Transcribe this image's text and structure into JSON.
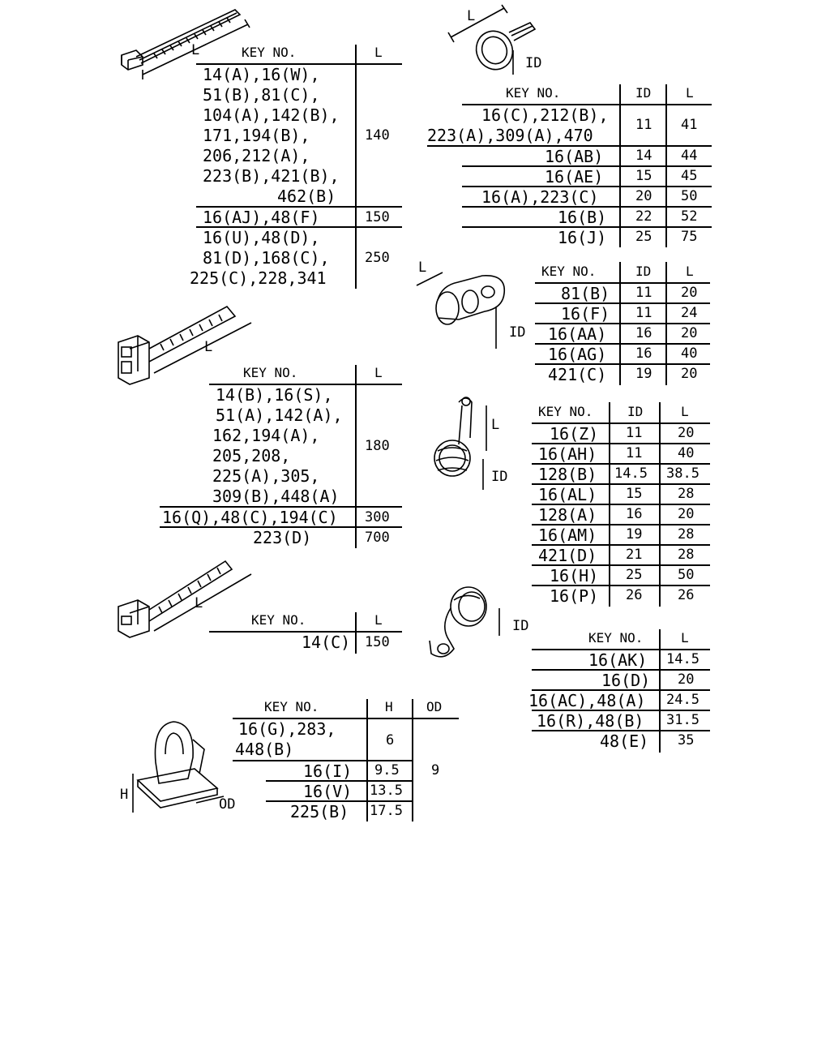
{
  "dimension_labels": {
    "L": "L",
    "ID": "ID",
    "H": "H",
    "OD": "OD"
  },
  "table_1": {
    "headers": [
      "KEY NO.",
      "L"
    ],
    "rows": [
      {
        "key_lines": [
          "14(A),16(W),",
          "51(B),81(C),",
          "104(A),142(B),",
          "171,194(B),",
          "206,212(A),",
          "223(B),421(B),",
          "462(B)"
        ],
        "L": "140"
      },
      {
        "key_lines": [
          "16(AJ),48(F)"
        ],
        "L": "150"
      },
      {
        "key_lines": [
          "16(U),48(D),",
          "81(D),168(C),",
          "225(C),228,341"
        ],
        "L": "250"
      }
    ]
  },
  "table_2": {
    "headers": [
      "KEY NO.",
      "ID",
      "L"
    ],
    "rows": [
      {
        "key_lines": [
          "16(C),212(B),",
          "223(A),309(A),470"
        ],
        "ID": "11",
        "L": "41"
      },
      {
        "key_lines": [
          "16(AB)"
        ],
        "ID": "14",
        "L": "44"
      },
      {
        "key_lines": [
          "16(AE)"
        ],
        "ID": "15",
        "L": "45"
      },
      {
        "key_lines": [
          "16(A),223(C)"
        ],
        "ID": "20",
        "L": "50"
      },
      {
        "key_lines": [
          "16(B)"
        ],
        "ID": "22",
        "L": "52"
      },
      {
        "key_lines": [
          "16(J)"
        ],
        "ID": "25",
        "L": "75"
      }
    ]
  },
  "table_3": {
    "headers": [
      "KEY NO.",
      "ID",
      "L"
    ],
    "rows": [
      {
        "key": "81(B)",
        "ID": "11",
        "L": "20"
      },
      {
        "key": "16(F)",
        "ID": "11",
        "L": "24"
      },
      {
        "key": "16(AA)",
        "ID": "16",
        "L": "20"
      },
      {
        "key": "16(AG)",
        "ID": "16",
        "L": "40"
      },
      {
        "key": "421(C)",
        "ID": "19",
        "L": "20"
      }
    ]
  },
  "table_4": {
    "headers": [
      "KEY NO.",
      "L"
    ],
    "rows": [
      {
        "key_lines": [
          "14(B),16(S),",
          "51(A),142(A),",
          "162,194(A),",
          "205,208,",
          "225(A),305,",
          "309(B),448(A)"
        ],
        "L": "180"
      },
      {
        "key_lines": [
          "16(Q),48(C),194(C)"
        ],
        "L": "300"
      },
      {
        "key_lines": [
          "223(D)"
        ],
        "L": "700"
      }
    ]
  },
  "table_5": {
    "headers": [
      "KEY NO.",
      "ID",
      "L"
    ],
    "rows": [
      {
        "key": "16(Z)",
        "ID": "11",
        "L": "20"
      },
      {
        "key": "16(AH)",
        "ID": "11",
        "L": "40"
      },
      {
        "key": "128(B)",
        "ID": "14.5",
        "L": "38.5"
      },
      {
        "key": "16(AL)",
        "ID": "15",
        "L": "28"
      },
      {
        "key": "128(A)",
        "ID": "16",
        "L": "20"
      },
      {
        "key": "16(AM)",
        "ID": "19",
        "L": "28"
      },
      {
        "key": "421(D)",
        "ID": "21",
        "L": "28"
      },
      {
        "key": "16(H)",
        "ID": "25",
        "L": "50"
      },
      {
        "key": "16(P)",
        "ID": "26",
        "L": "26"
      }
    ]
  },
  "table_6": {
    "headers": [
      "KEY NO.",
      "L"
    ],
    "rows": [
      {
        "key": "14(C)",
        "L": "150"
      }
    ]
  },
  "table_7": {
    "headers": [
      "KEY NO.",
      "L"
    ],
    "rows": [
      {
        "key": "16(AK)",
        "L": "14.5"
      },
      {
        "key": "16(D)",
        "L": "20"
      },
      {
        "key": "16(AC),48(A)",
        "L": "24.5"
      },
      {
        "key": "16(R),48(B)",
        "L": "31.5"
      },
      {
        "key": "48(E)",
        "L": "35"
      }
    ]
  },
  "table_8": {
    "headers": [
      "KEY NO.",
      "H",
      "OD"
    ],
    "od_value": "9",
    "rows": [
      {
        "key_lines": [
          "16(G),283,",
          "448(B)"
        ],
        "H": "6"
      },
      {
        "key_lines": [
          "16(I)"
        ],
        "H": "9.5"
      },
      {
        "key_lines": [
          "16(V)"
        ],
        "H": "13.5"
      },
      {
        "key_lines": [
          "225(B)"
        ],
        "H": "17.5"
      }
    ]
  }
}
